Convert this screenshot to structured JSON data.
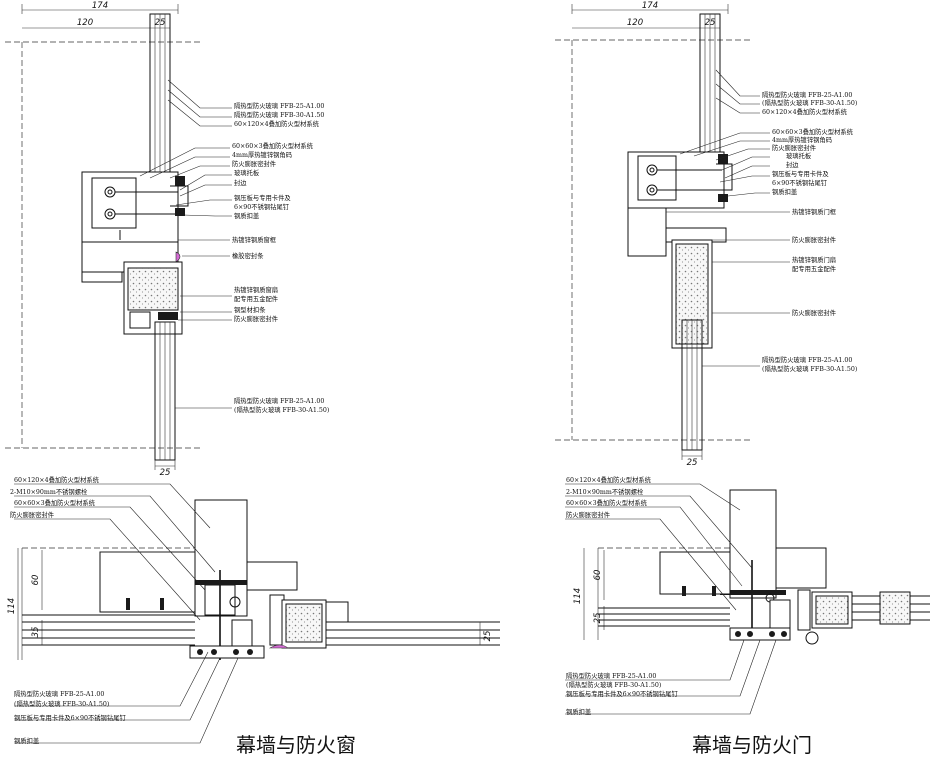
{
  "left": {
    "title": "幕墙与防火窗",
    "dims": {
      "total": "174",
      "width": "120",
      "glass": "25",
      "glass_bottom": "25",
      "plan_height": "114",
      "plan_60": "60",
      "plan_35": "35",
      "plan_25": "25"
    },
    "elevation_labels": [
      "隔热型防火玻璃 FFB-25-A1.00",
      "隔热型防火玻璃 FFB-30-A1.50",
      "60×120×4叠加防火型材系统",
      "60×60×3叠加防火型材系统",
      "4mm厚热镀锌钢角码",
      "防火膨胀密封件",
      "玻璃托板",
      "封边",
      "钢压板与专用卡件及",
      "6×90不锈钢钻尾钉",
      "钢质扣盖",
      "热镀锌钢质窗框",
      "橡胶密封条",
      "热镀锌钢质窗扇",
      "配专用五金配件",
      "钢型材扣条",
      "防火膨胀密封件",
      "隔热型防火玻璃 FFB-25-A1.00",
      "(隔热型防火玻璃 FFB-30-A1.50)"
    ],
    "plan_labels": [
      "60×120×4叠加防火型材系统",
      "2-M10×90mm不锈钢螺栓",
      "60×60×3叠加防火型材系统",
      "防火膨胀密封件",
      "隔热型防火玻璃 FFB-25-A1.00",
      "(隔热型防火玻璃 FFB-30-A1.50)",
      "钢压板与专用卡件及6×90不锈钢钻尾钉",
      "钢质扣盖"
    ]
  },
  "right": {
    "title": "幕墙与防火门",
    "dims": {
      "total": "174",
      "width": "120",
      "glass": "25",
      "glass_bottom": "25",
      "plan_height": "114",
      "plan_60": "60",
      "plan_25": "25"
    },
    "elevation_labels": [
      "隔热型防火玻璃 FFB-25-A1.00",
      "(隔热型防火玻璃 FFB-30-A1.50)",
      "60×120×4叠加防火型材系统",
      "60×60×3叠加防火型材系统",
      "4mm厚热镀锌钢角码",
      "防火膨胀密封件",
      "玻璃托板",
      "封边",
      "钢压板与专用卡件及",
      "6×90不锈钢钻尾钉",
      "钢质扣盖",
      "热镀锌钢质门框",
      "防火膨胀密封件",
      "热镀锌钢质门扇",
      "配专用五金配件",
      "防火膨胀密封件",
      "隔热型防火玻璃 FFB-25-A1.00",
      "(隔热型防火玻璃 FFB-30-A1.50)"
    ],
    "plan_labels": [
      "60×120×4叠加防火型材系统",
      "2-M10×90mm不锈钢螺栓",
      "60×60×3叠加防火型材系统",
      "防火膨胀密封件",
      "隔热型防火玻璃 FFB-25-A1.00",
      "(隔热型防火玻璃 FFB-30-A1.50)",
      "钢压板与专用卡件及6×90不锈钢钻尾钉",
      "钢质扣盖"
    ]
  }
}
